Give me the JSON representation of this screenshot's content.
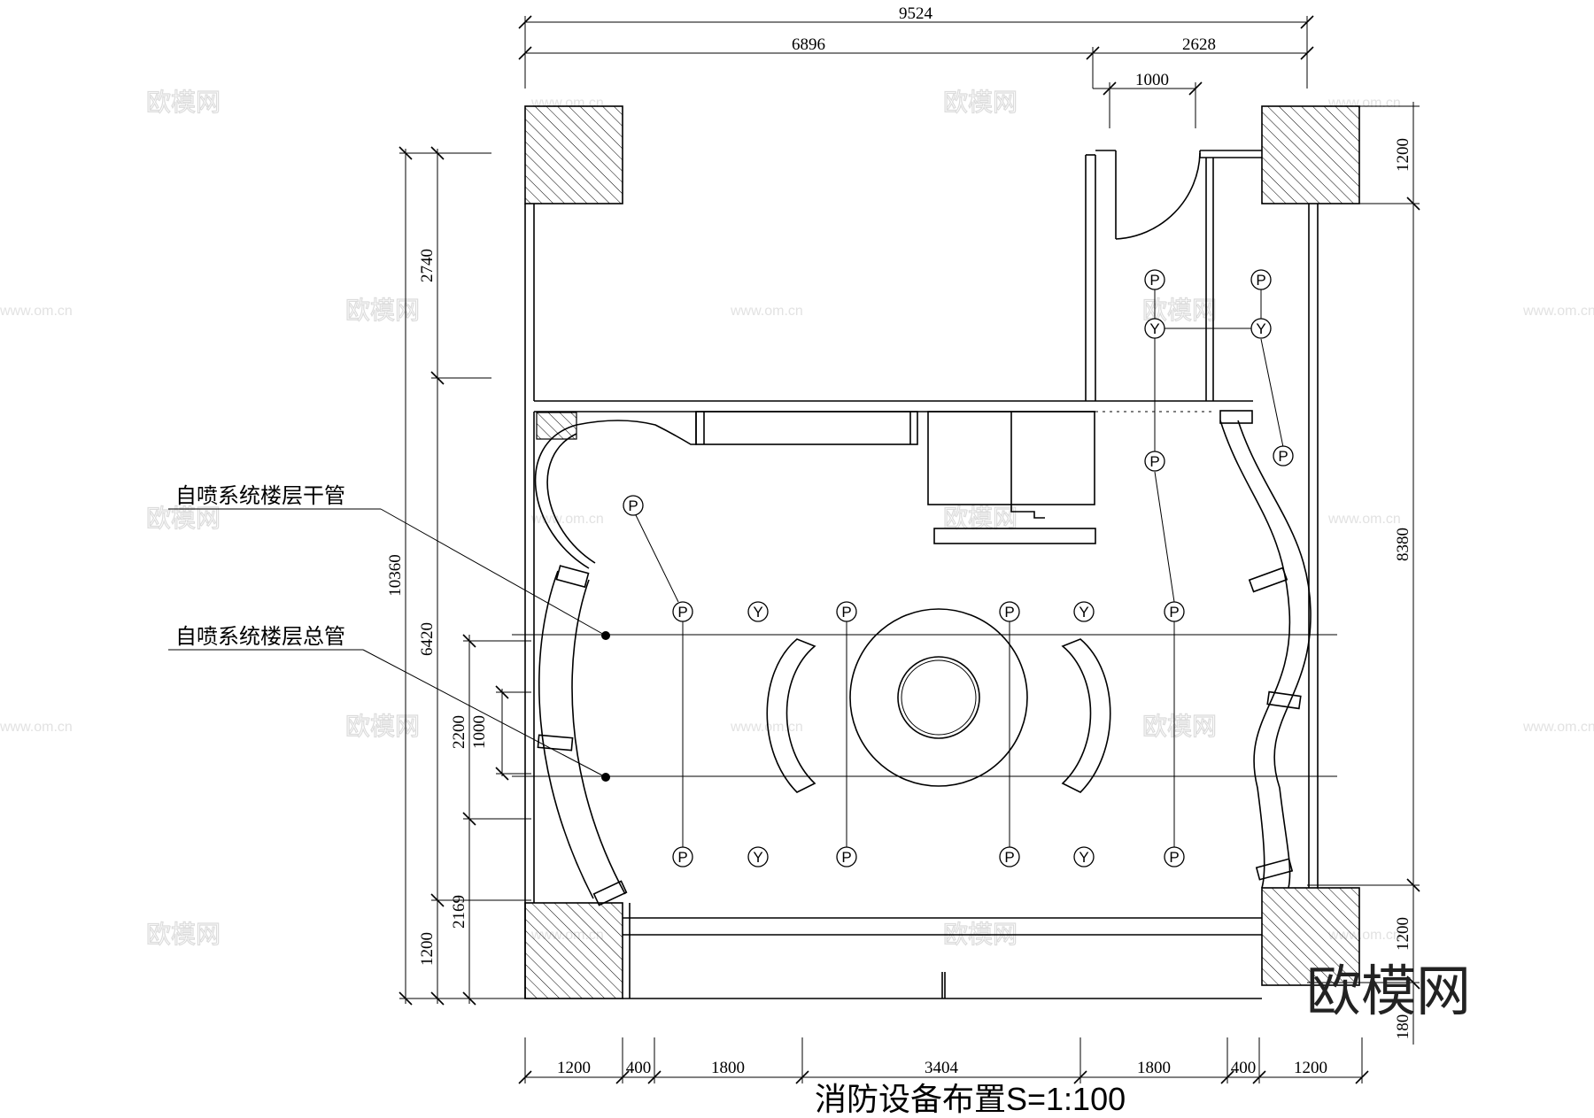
{
  "drawing": {
    "title": "消防设备布置S=1:100",
    "labels": {
      "main_pipe": "自喷系统楼层干管",
      "total_pipe": "自喷系统楼层总管"
    },
    "dims_top": {
      "overall": "9524",
      "left_part": "6896",
      "right_part": "2628",
      "door": "1000"
    },
    "dims_bottom": [
      "1200",
      "400",
      "1800",
      "3404",
      "1800",
      "400",
      "1200"
    ],
    "dims_left": {
      "total": "10360",
      "upper": "2740",
      "lower": "6420",
      "pipe_gap_outer": "2200",
      "pipe_gap_inner": "1000",
      "bottom_a": "2169",
      "bottom_b": "1200"
    },
    "dims_right": {
      "top": "1200",
      "middle": "8380",
      "bottom_a": "1200",
      "bottom_b": "180"
    },
    "symbols": {
      "sprinkler": "P",
      "smoke_detector": "Y"
    },
    "watermark": {
      "brand": "欧模网",
      "url": "www.om.cn"
    }
  }
}
